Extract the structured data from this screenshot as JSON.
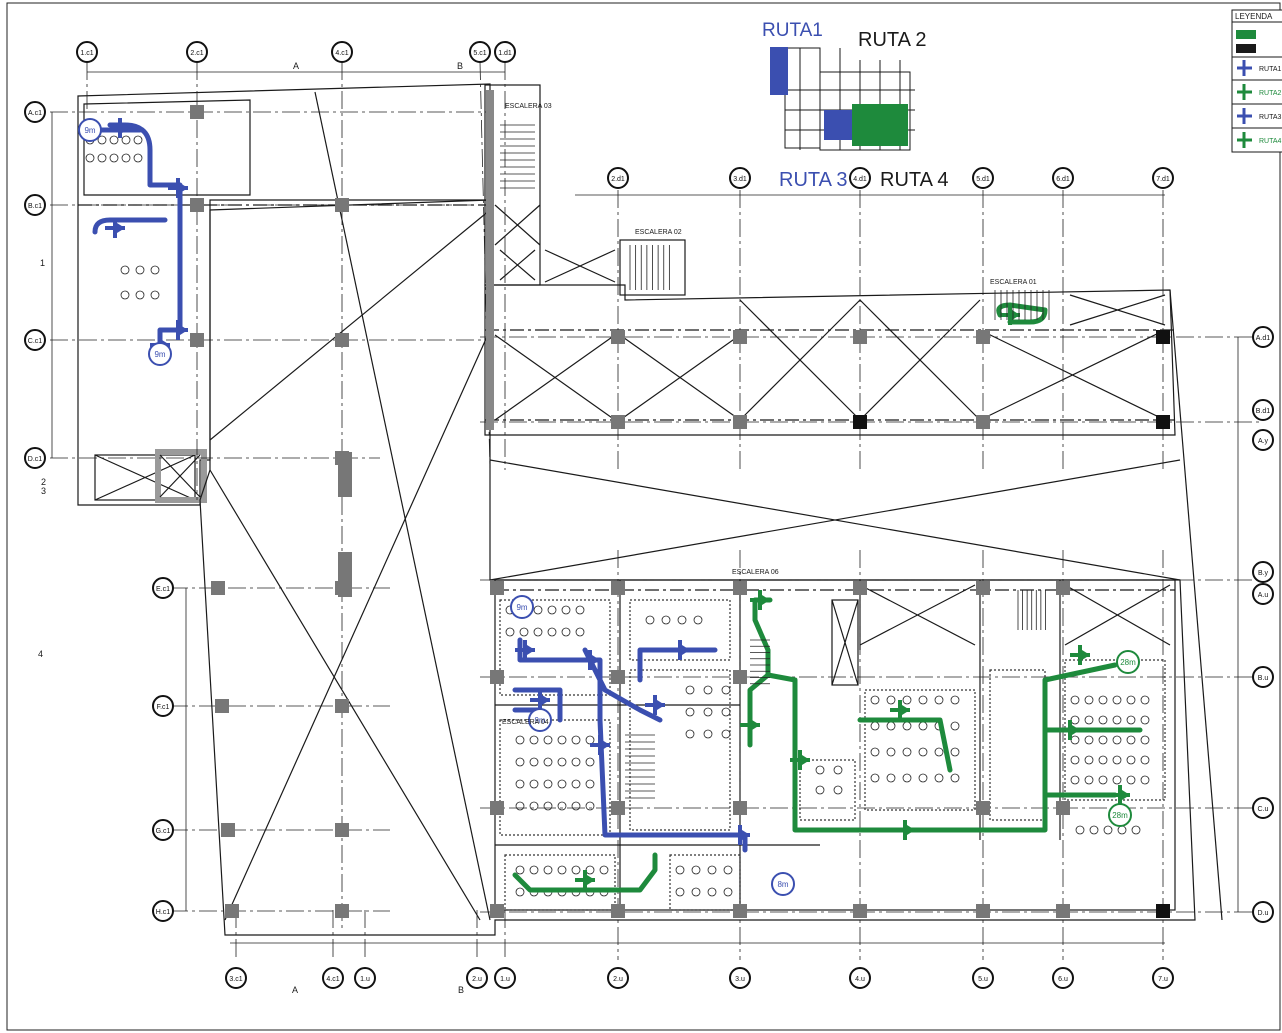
{
  "title_blocks": {
    "ruta1": "RUTA1",
    "ruta2": "RUTA  2",
    "ruta3": "RUTA  3",
    "ruta4": "RUTA  4"
  },
  "legend": {
    "title": "LEYENDA",
    "rows": [
      "RUTA1",
      "RUTA2",
      "RUTA3",
      "RUTA4"
    ]
  },
  "stairs": {
    "e01": "ESCALERA 01",
    "e02": "ESCALERA 02",
    "e03": "ESCALERA 03",
    "e04": "ESCALERA 04",
    "e06": "ESCALERA 06"
  },
  "axes": {
    "top": [
      "1.c1",
      "2.c1",
      "4.c1",
      "5.c1",
      "1.d1"
    ],
    "mid_top": [
      "2.d1",
      "3.d1",
      "4.d1",
      "5.d1",
      "6.d1",
      "7.d1"
    ],
    "bottom": [
      "3.c1",
      "4.c1",
      "1.u",
      "2.u",
      "1.u",
      "2.u",
      "3.u",
      "4.u",
      "5.u",
      "6.u",
      "7.u"
    ],
    "left": [
      "A.c1",
      "B.c1",
      "C.c1",
      "D.c1",
      "E.c1",
      "F.c1",
      "G.c1",
      "H.c1"
    ],
    "right": [
      "A.d1",
      "B.d1",
      "A.y",
      "B.y",
      "A.u",
      "B.u",
      "C.u",
      "D.u"
    ],
    "section_marks": [
      "A",
      "B",
      "A",
      "B"
    ],
    "side_marks": [
      "1",
      "2",
      "3",
      "4"
    ]
  },
  "meeting_point_labels": [
    "9m",
    "9m",
    "9m",
    "9m",
    "8m",
    "28m",
    "28m"
  ],
  "colors": {
    "blue_route": "#3b4fb0",
    "green_route": "#1e8a3c",
    "line": "#1a1a1a",
    "column": "#555555"
  }
}
